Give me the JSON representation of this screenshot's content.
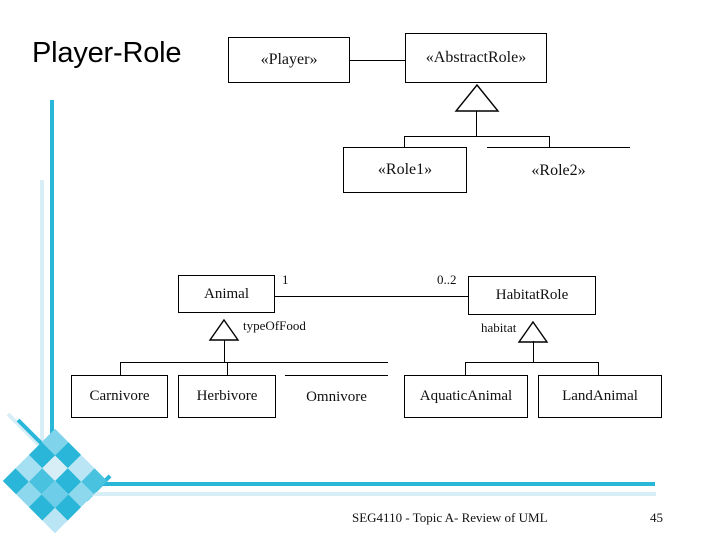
{
  "slide": {
    "title": "Player-Role",
    "footer_text": "SEG4110 - Topic A-  Review of UML",
    "page_number": "45"
  },
  "theme": {
    "accent": "#29b6d8",
    "accent_pale": "#d8eef7",
    "line": "#000000",
    "background": "#ffffff"
  },
  "diagram_pattern": {
    "classes": [
      {
        "id": "player",
        "label": "«Player»"
      },
      {
        "id": "abstract_role",
        "label": "«AbstractRole»"
      },
      {
        "id": "role1",
        "label": "«Role1»"
      },
      {
        "id": "role2",
        "label": "«Role2»"
      }
    ]
  },
  "diagram_example": {
    "classes": [
      {
        "id": "animal",
        "label": "Animal"
      },
      {
        "id": "habitat_role",
        "label": "HabitatRole"
      },
      {
        "id": "carnivore",
        "label": "Carnivore"
      },
      {
        "id": "herbivore",
        "label": "Herbivore"
      },
      {
        "id": "omnivore",
        "label": "Omnivore"
      },
      {
        "id": "aquatic_animal",
        "label": "AquaticAnimal"
      },
      {
        "id": "land_animal",
        "label": "LandAnimal"
      }
    ],
    "association": {
      "source_multiplicity": "1",
      "target_multiplicity": "0..2"
    },
    "discriminators": [
      {
        "id": "type_of_food",
        "label": "typeOfFood"
      },
      {
        "id": "habitat",
        "label": "habitat"
      }
    ]
  },
  "deco_diamond_tiles": [
    "#7fd3ea",
    "#29b6d8",
    "#b9e5f4",
    "#49c2e0",
    "#29b6d8",
    "#d8eef7",
    "#29b6d8",
    "#8ed8ee",
    "#a5dff2",
    "#49c2e0",
    "#6ecde8",
    "#29b6d8",
    "#29b6d8",
    "#8ed8ee",
    "#29b6d8",
    "#b9e5f4"
  ]
}
